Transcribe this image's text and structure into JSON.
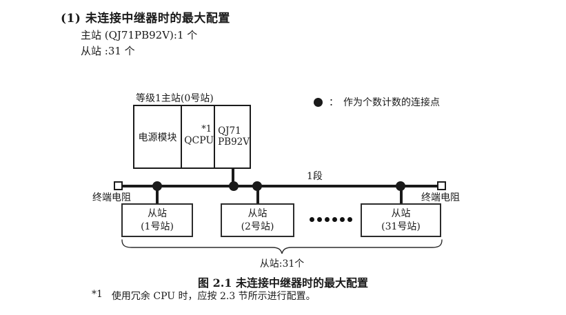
{
  "header": {
    "title": "(1) 未连接中继器时的最大配置",
    "master_count_line": "主站 (QJ71PB92V):1 个",
    "slave_count_line": "从站 :31 个"
  },
  "legend": {
    "icon": "filled-circle",
    "separator": "：",
    "text": "作为个数计数的连接点"
  },
  "diagram": {
    "master_station": {
      "label": "等级1主站(0号站)",
      "modules": [
        {
          "name": "电源模块"
        },
        {
          "name": "QCPU",
          "note": "*1"
        },
        {
          "name_line1": "QJ71",
          "name_line2": "PB92V"
        }
      ]
    },
    "bus": {
      "segment_label": "1段",
      "left_terminator_label": "终端电阻",
      "right_terminator_label": "终端电阻"
    },
    "slave_stations": [
      {
        "name": "从站",
        "station_no": "(1号站)"
      },
      {
        "name": "从站",
        "station_no": "(2号站)"
      },
      {
        "name": "从站",
        "station_no": "(31号站)"
      }
    ],
    "brace_label": "从站:31个"
  },
  "caption": "图 2.1 未连接中继器时的最大配置",
  "footnote": {
    "marker": "*1",
    "text": "使用冗余 CPU 时，应按 2.3 节所示进行配置。"
  },
  "colors": {
    "ink": "#1a1a1a",
    "background": "#ffffff"
  }
}
